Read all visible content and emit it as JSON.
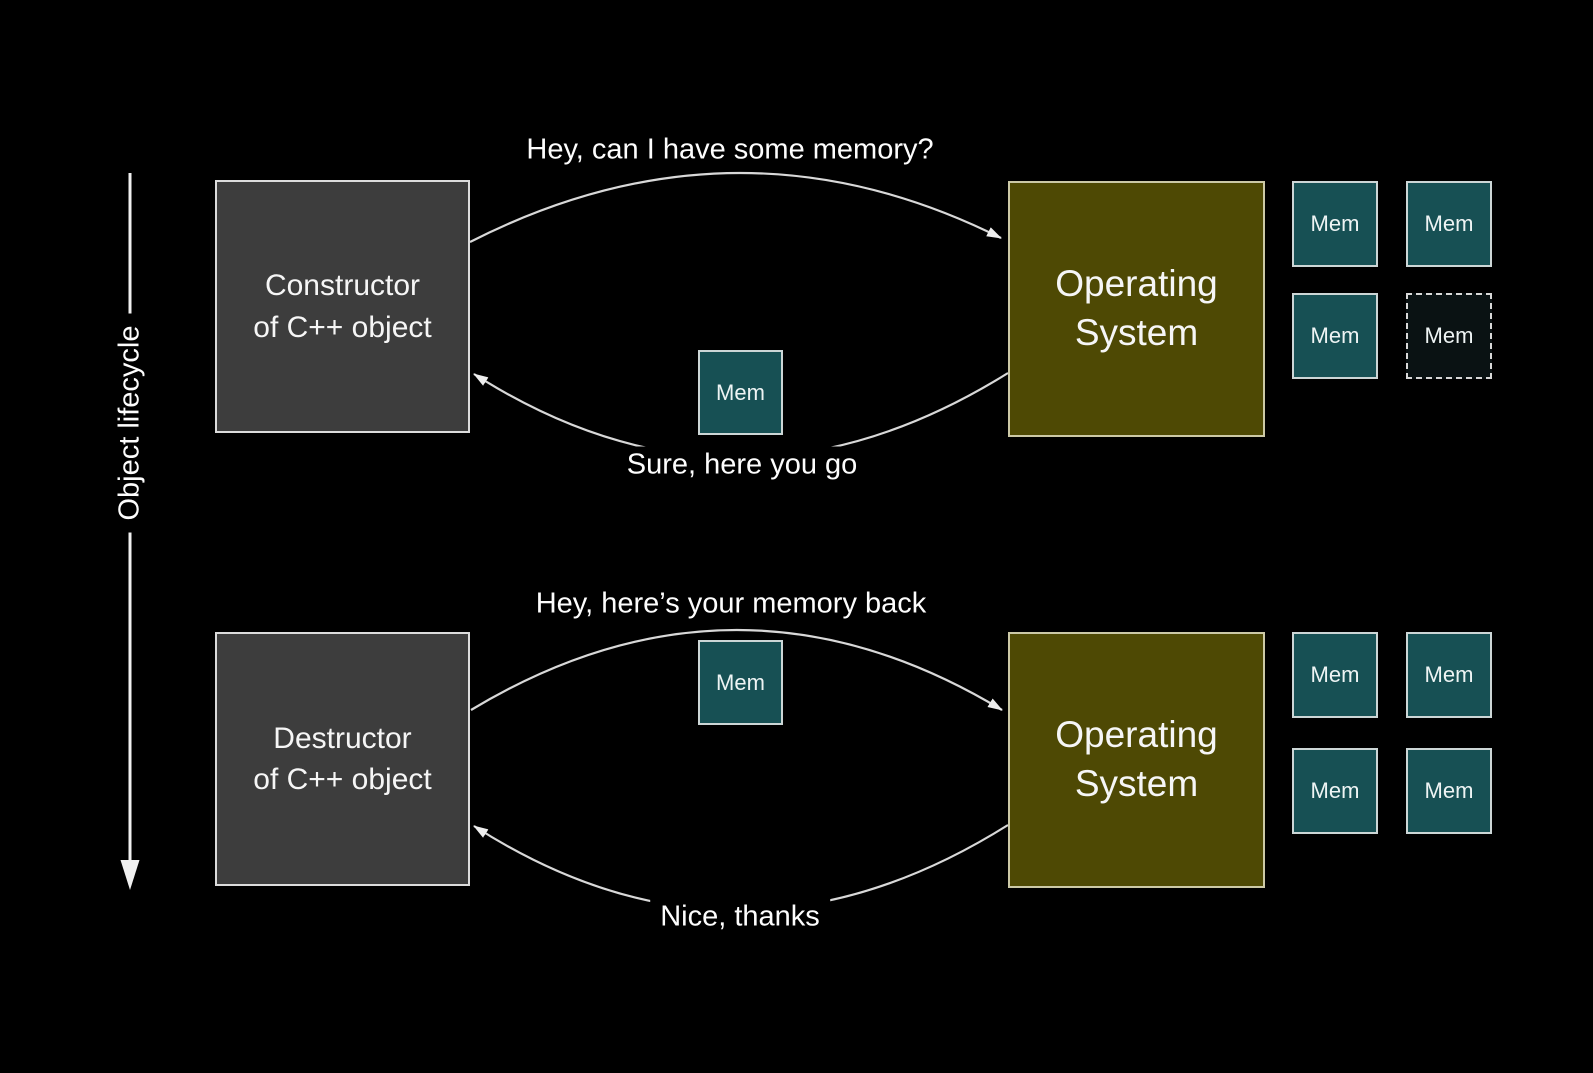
{
  "background": "#000000",
  "lifecycle": {
    "label": "Object lifecycle"
  },
  "sections": [
    {
      "name": "construction",
      "actor": {
        "label": "Constructor\nof C++ object"
      },
      "os": {
        "label": "Operating\nSystem"
      },
      "request_label": "Hey, can I have some memory?",
      "response_label": "Sure, here you go",
      "transfer_mem": {
        "label": "Mem"
      },
      "mem_grid": [
        {
          "label": "Mem",
          "variant": "solid"
        },
        {
          "label": "Mem",
          "variant": "solid"
        },
        {
          "label": "Mem",
          "variant": "solid"
        },
        {
          "label": "Mem",
          "variant": "dashed"
        }
      ]
    },
    {
      "name": "destruction",
      "actor": {
        "label": "Destructor\nof C++ object"
      },
      "os": {
        "label": "Operating\nSystem"
      },
      "request_label": "Hey, here’s your memory back",
      "response_label": "Nice, thanks",
      "transfer_mem": {
        "label": "Mem"
      },
      "mem_grid": [
        {
          "label": "Mem",
          "variant": "solid"
        },
        {
          "label": "Mem",
          "variant": "solid"
        },
        {
          "label": "Mem",
          "variant": "solid"
        },
        {
          "label": "Mem",
          "variant": "solid"
        }
      ]
    }
  ],
  "colors": {
    "actor_fill": "#3d3d3d",
    "os_fill": "#4e4904",
    "mem_fill": "#175054",
    "mem_dashed_fill": "#0a1213",
    "arrow": "#d8d8d8",
    "text": "#ffffff"
  }
}
